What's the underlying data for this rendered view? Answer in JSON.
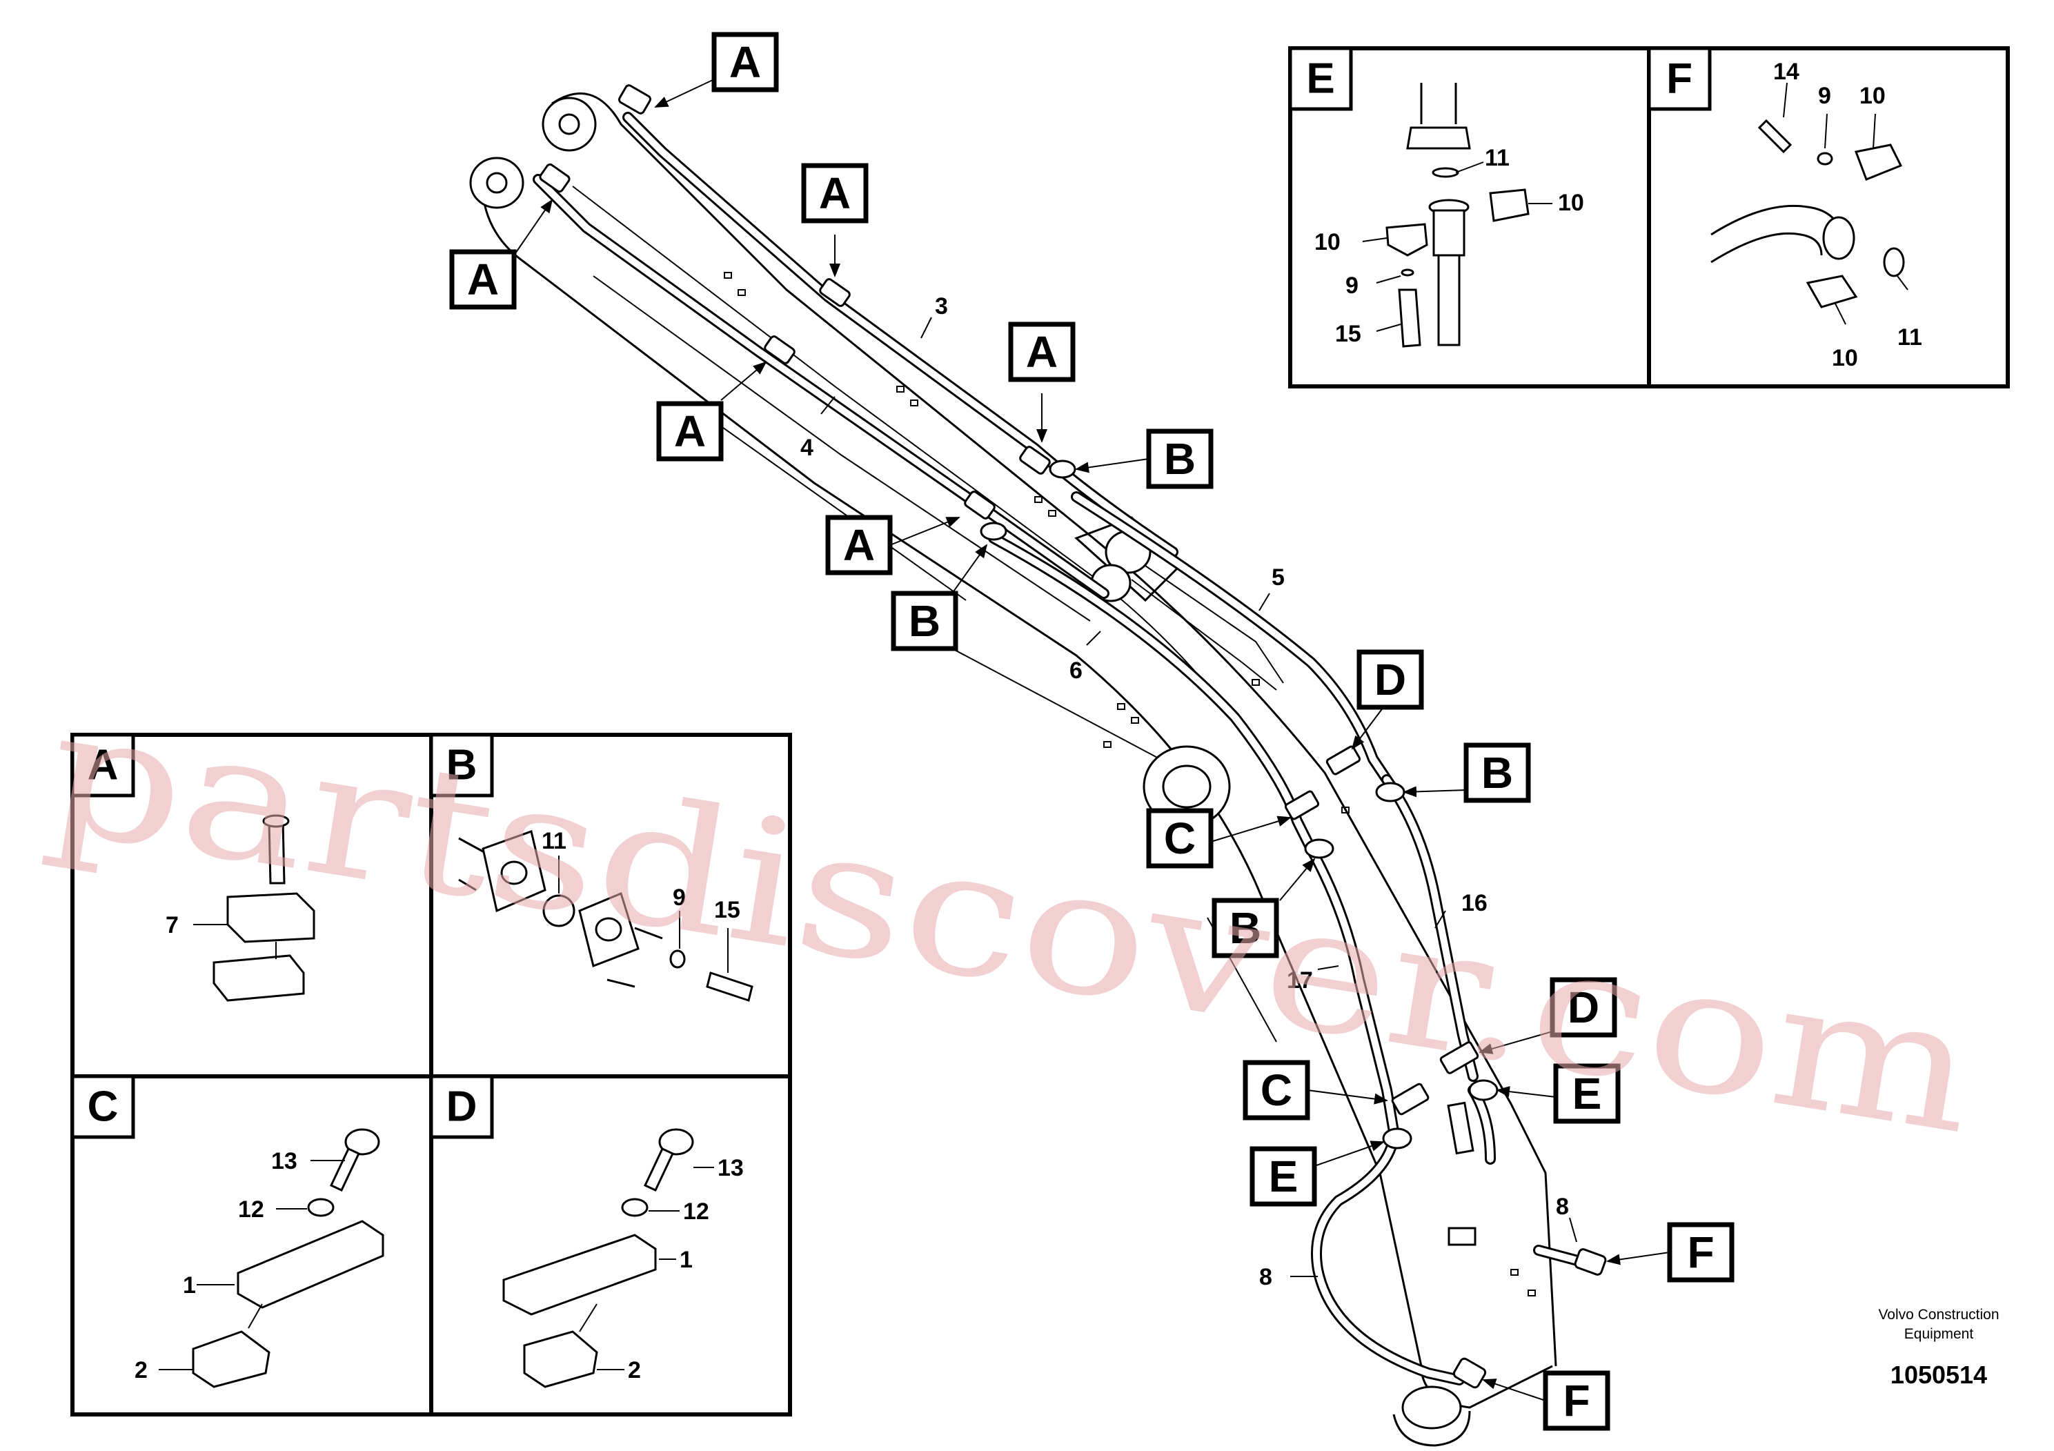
{
  "diagram": {
    "callouts": [
      "A",
      "B",
      "C",
      "D",
      "E",
      "F"
    ],
    "part_numbers": [
      "1",
      "2",
      "3",
      "4",
      "5",
      "6",
      "7",
      "8",
      "9",
      "10",
      "11",
      "12",
      "13",
      "14",
      "15",
      "16",
      "17"
    ],
    "detail_panels": {
      "A": {
        "title": "A",
        "items": [
          "7"
        ]
      },
      "B": {
        "title": "B",
        "items": [
          "11",
          "9",
          "15"
        ]
      },
      "C": {
        "title": "C",
        "items": [
          "13",
          "12",
          "1",
          "2"
        ]
      },
      "D": {
        "title": "D",
        "items": [
          "13",
          "12",
          "1",
          "2"
        ]
      },
      "E": {
        "title": "E",
        "items": [
          "11",
          "10",
          "10",
          "9",
          "15"
        ]
      },
      "F": {
        "title": "F",
        "items": [
          "14",
          "9",
          "10",
          "11",
          "10"
        ]
      }
    },
    "footer": {
      "manufacturer_line1": "Volvo Construction",
      "manufacturer_line2": "Equipment",
      "drawing_number": "1050514"
    },
    "watermark": "partsdiscover.com"
  }
}
